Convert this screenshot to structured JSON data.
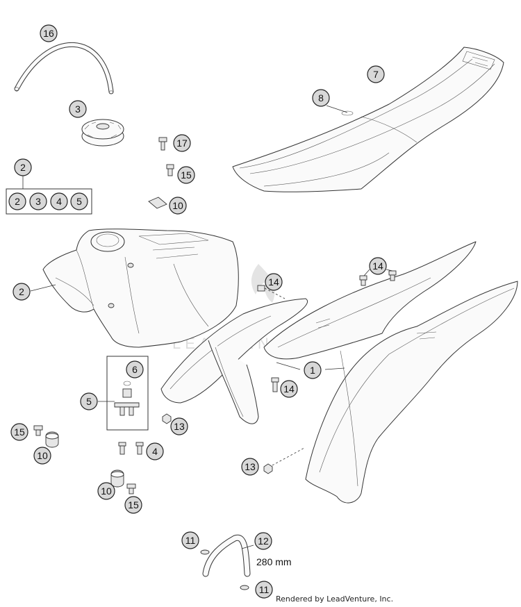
{
  "callouts": {
    "c16": "16",
    "c3": "3",
    "c2_top": "2",
    "c2_box_2": "2",
    "c2_box_3": "3",
    "c2_box_4": "4",
    "c2_box_5": "5",
    "c17": "17",
    "c15_top": "15",
    "c10_top": "10",
    "c7": "7",
    "c8": "8",
    "c2_tank": "2",
    "c14_left": "14",
    "c14_right": "14",
    "c14_bottom": "14",
    "c1": "1",
    "c6": "6",
    "c5": "5",
    "c13_left": "13",
    "c13_right": "13",
    "c15_left": "15",
    "c10_left": "10",
    "c4": "4",
    "c10_bottom": "10",
    "c15_bottom": "15",
    "c11_top": "11",
    "c12": "12",
    "c11_bottom": "11"
  },
  "dimension_label": "280 mm",
  "watermark": "LEADVENTURE",
  "footer_credit": "Rendered by LeadVenture, Inc."
}
